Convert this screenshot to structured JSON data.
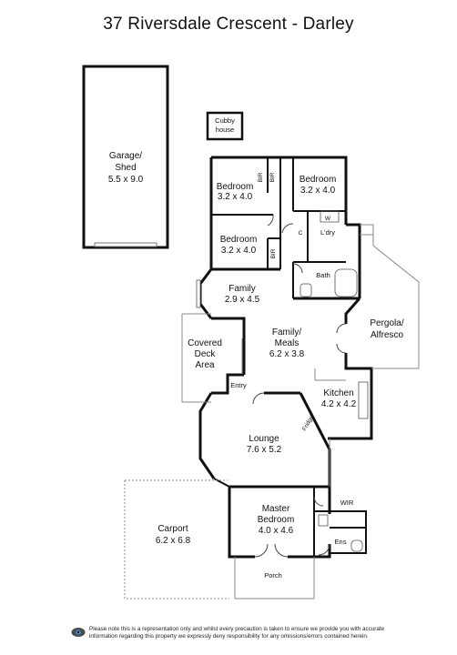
{
  "title": "37 Riversdale Crescent - Darley",
  "rooms": {
    "garage": {
      "name1": "Garage/",
      "name2": "Shed",
      "size": "5.5 x 9.0"
    },
    "cubby": {
      "name1": "Cubby",
      "name2": "house"
    },
    "bedroom_a": {
      "name": "Bedroom",
      "size": "3.2 x 4.0"
    },
    "bedroom_b": {
      "name": "Bedroom",
      "size": "3.2 x 4.0"
    },
    "bedroom_c": {
      "name": "Bedroom",
      "size": "3.2 x 4.0"
    },
    "bir": "BIR",
    "w": "W",
    "c": "C",
    "laundry": "L'dry",
    "bath": "Bath",
    "family": {
      "name": "Family",
      "size": "2.9 x 4.5"
    },
    "family_meals": {
      "name": "Family/",
      "name2": "Meals",
      "size": "6.2 x 3.8"
    },
    "pergola": {
      "name1": "Pergola/",
      "name2": "Alfresco"
    },
    "covered_deck": {
      "name1": "Covered",
      "name2": "Deck",
      "name3": "Area"
    },
    "entry": "Entry",
    "kitchen": {
      "name": "Kitchen",
      "size": "4.2 x 4.2"
    },
    "fridge": "Fridge",
    "lounge": {
      "name": "Lounge",
      "size": "7.6 x 5.2"
    },
    "master": {
      "name1": "Master",
      "name2": "Bedroom",
      "size": "4.0 x 4.6"
    },
    "wir": "WIR",
    "ens": "Ens",
    "carport": {
      "name": "Carport",
      "size": "6.2 x 6.8"
    },
    "porch": "Porch"
  },
  "disclaimer": "Please note this is a representation only and whilst every precaution is taken to ensure we provide you with accurate information regarding this property we expressly deny responsibility for any omissions/errors contained herein.",
  "logo_icon": "eye-logo-icon",
  "colors": {
    "wall": "#111111",
    "light": "#9a9a9a",
    "text": "#111111"
  }
}
